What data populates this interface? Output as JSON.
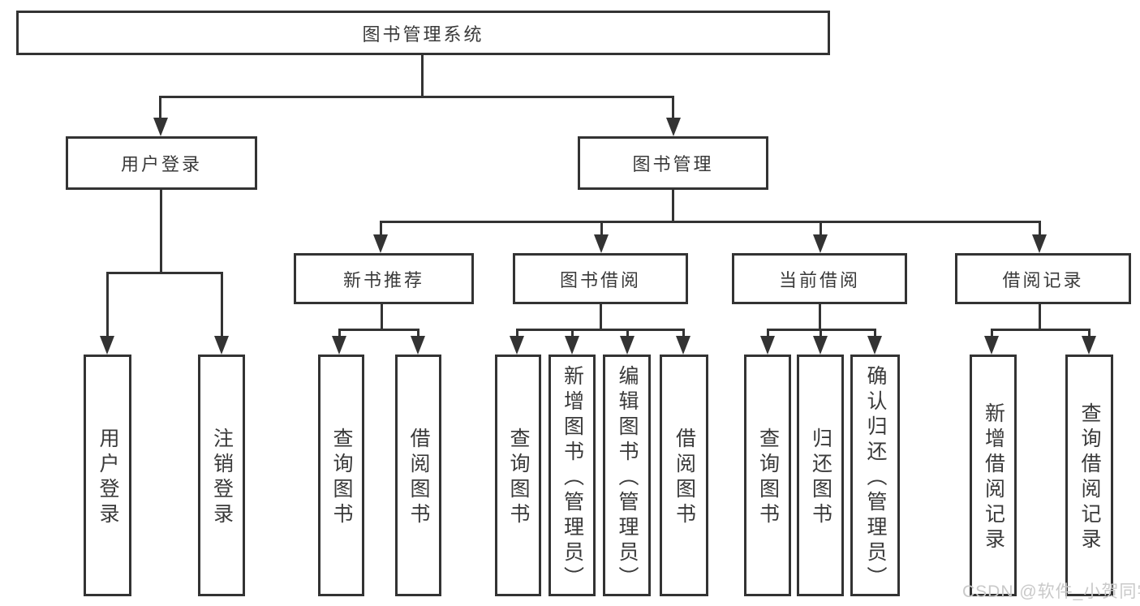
{
  "diagram": {
    "title_node": "图书管理系统",
    "level2": {
      "user_login": "用户登录",
      "book_mgmt": "图书管理"
    },
    "level3": {
      "new_books": "新书推荐",
      "book_borrow": "图书借阅",
      "current_borrow": "当前借阅",
      "borrow_records": "借阅记录"
    },
    "leaves": [
      "用户登录",
      "注销登录",
      "查询图书",
      "借阅图书",
      "查询图书",
      "新增图书（管理员）",
      "编辑图书（管理员）",
      "借阅图书",
      "查询图书",
      "归还图书",
      "确认归还（管理员）",
      "新增借阅记录",
      "查询借阅记录"
    ]
  },
  "watermark": "CSDN @软件_小贺同学",
  "colors": {
    "line": "#333333",
    "text": "#3a3a3a",
    "watermark": "#c9c9c9",
    "background": "#ffffff"
  }
}
